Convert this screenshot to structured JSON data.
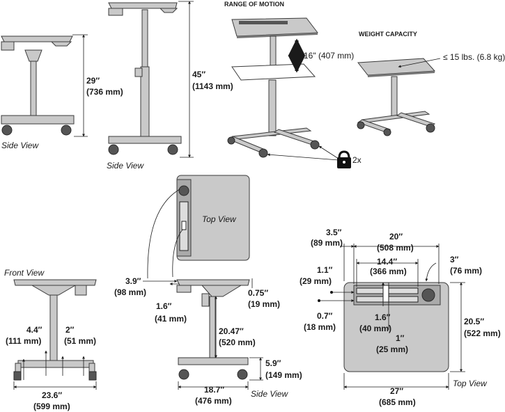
{
  "headings": {
    "range_of_motion": "RANGE OF MOTION",
    "weight_capacity": "WEIGHT CAPACITY"
  },
  "captions": {
    "side_view_1": "Side View",
    "side_view_2": "Side View",
    "top_view_1": "Top View",
    "front_view": "Front View",
    "side_view_3": "Side View",
    "top_view_2": "Top View"
  },
  "dims": {
    "min_height": {
      "in": "29″",
      "mm": "(736 mm)"
    },
    "max_height": {
      "in": "45″",
      "mm": "(1143 mm)"
    },
    "motion": "16\" (407 mm)",
    "capacity": "≤ 15 lbs. (6.8 kg)",
    "locks": "2x",
    "top_offset": {
      "in": "3.9″",
      "mm": "(98 mm)"
    },
    "pole_offset": {
      "in": "1.6″",
      "mm": "(41 mm)"
    },
    "top_thick": {
      "in": "0.75″",
      "mm": "(19 mm)"
    },
    "side_height": {
      "in": "20.47″",
      "mm": "(520 mm)"
    },
    "base_height": {
      "in": "5.9″",
      "mm": "(149 mm)"
    },
    "side_depth": {
      "in": "18.7″",
      "mm": "(476 mm)"
    },
    "front_a": {
      "in": "4.4″",
      "mm": "(111 mm)"
    },
    "front_b": {
      "in": "2″",
      "mm": "(51 mm)"
    },
    "front_width": {
      "in": "23.6″",
      "mm": "(599 mm)"
    },
    "tray_left": {
      "in": "3.5″",
      "mm": "(89 mm)"
    },
    "tray_width": {
      "in": "20″",
      "mm": "(508 mm)"
    },
    "slot_width": {
      "in": "14.4″",
      "mm": "(366 mm)"
    },
    "hole": {
      "in": "3″",
      "mm": "(76 mm)"
    },
    "edge_a": {
      "in": "1.1″",
      "mm": "(29 mm)"
    },
    "edge_b": {
      "in": "0.7″",
      "mm": "(18 mm)"
    },
    "slot_mid": {
      "in": "1.6″",
      "mm": "(40 mm)"
    },
    "slot_gap": {
      "in": "1″",
      "mm": "(25 mm)"
    },
    "depth": {
      "in": "20.5″",
      "mm": "(522 mm)"
    },
    "width": {
      "in": "27″",
      "mm": "(685 mm)"
    }
  },
  "colors": {
    "metal": "#c9c9c9",
    "dark": "#555555",
    "outline": "#3a3a3a",
    "highlight": "#ffffff"
  }
}
